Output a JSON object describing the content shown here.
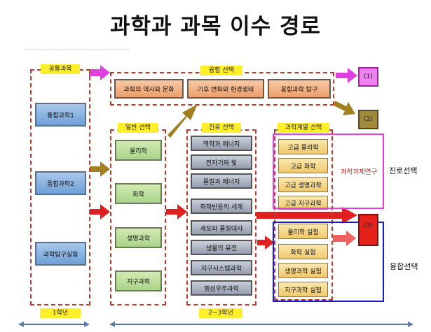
{
  "title": "과학과 과목 이수 경로",
  "labels": {
    "common": "공통과목",
    "fusion": "융합 선택",
    "general": "일반 선택",
    "career": "진로 선택",
    "science_track": "과학계열 선택",
    "grade1": "1학년",
    "grade23": "2~3학년"
  },
  "common_subjects": [
    "통합과학1",
    "통합과학2",
    "과학탐구실험"
  ],
  "fusion_subjects": [
    "과학의 역사와 문화",
    "기후 변화와 환경생태",
    "융합과학 탐구"
  ],
  "general_subjects": [
    "물리학",
    "화학",
    "생명과학",
    "지구과학"
  ],
  "career_subjects": [
    "역학과 에너지",
    "전자기와 빛",
    "물질과 에너지",
    "화학반응의 세계",
    "세포와 물질대사",
    "생물의 유전",
    "지구시스템과학",
    "행성우주과학"
  ],
  "science_advanced": [
    "고급 물리학",
    "고급 화학",
    "고급 생명과학",
    "고급 지구과학"
  ],
  "science_lab": [
    "물리학 실험",
    "화학 실험",
    "생명과학 실험",
    "지구과학 실험"
  ],
  "research": "과학과제연구",
  "outcomes": [
    "(1)",
    "(2)",
    "(3)"
  ],
  "side_labels": {
    "career": "진로선택",
    "fusion": "융합선택"
  },
  "colors": {
    "dash": "#c0392b",
    "magenta": "#e040e0",
    "blue": "#1a1ac8",
    "red_arrow": "#e02020",
    "olive_arrow": "#a08020"
  }
}
